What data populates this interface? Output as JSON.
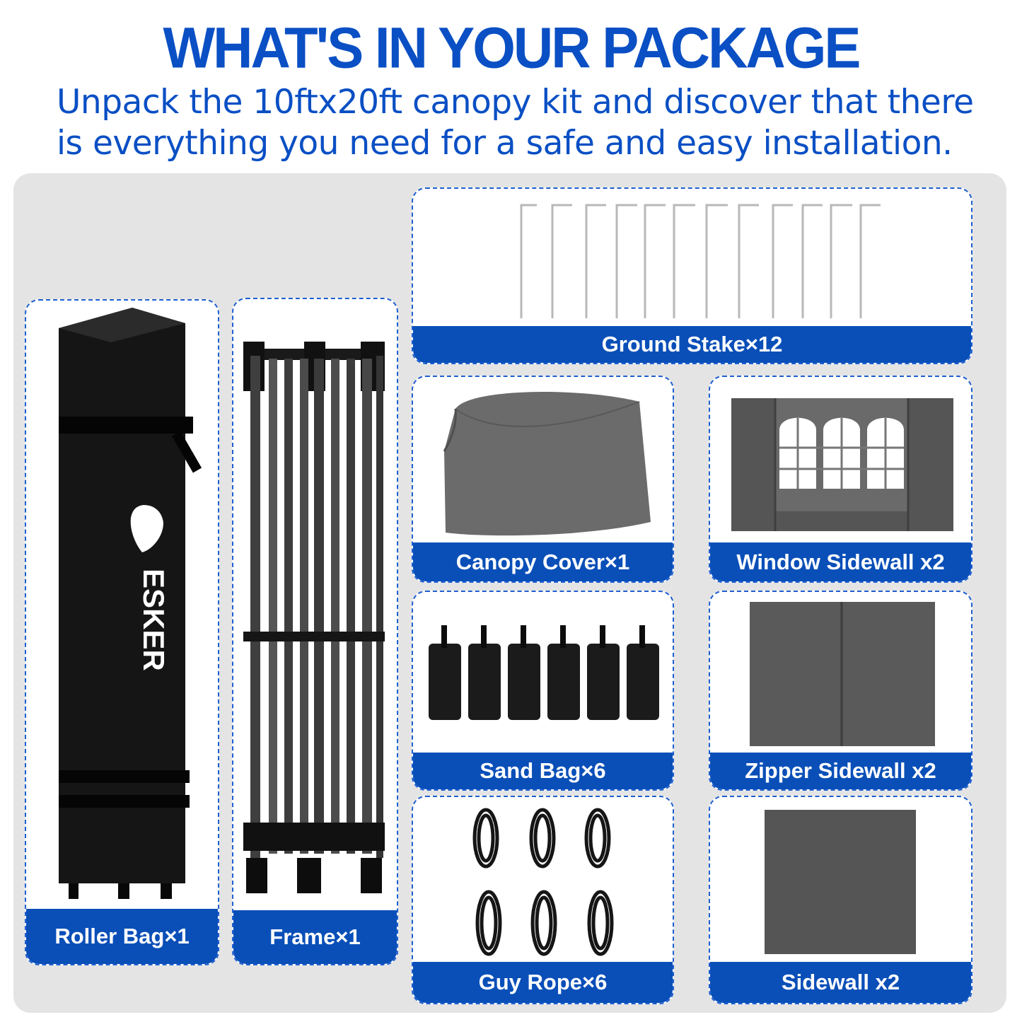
{
  "header": {
    "title": "WHAT'S IN YOUR PACKAGE",
    "subtitle": "Unpack the 10ftx20ft canopy kit and discover that there is everything you need for a safe and easy installation."
  },
  "items": {
    "roller_bag": "Roller Bag×1",
    "frame": "Frame×1",
    "ground_stake": "Ground Stake×12",
    "canopy_cover": "Canopy Cover×1",
    "window_sidewall": "Window Sidewall x2",
    "sand_bag": "Sand Bag×6",
    "zipper_sidewall": "Zipper Sidewall x2",
    "guy_rope": "Guy Rope×6",
    "sidewall": "Sidewall x2"
  },
  "brand": {
    "logo_text": "ESKER"
  },
  "colors": {
    "accent": "#0a4fc4",
    "label_bg": "#0a4fb8",
    "panel_bg": "#e4e4e4"
  }
}
